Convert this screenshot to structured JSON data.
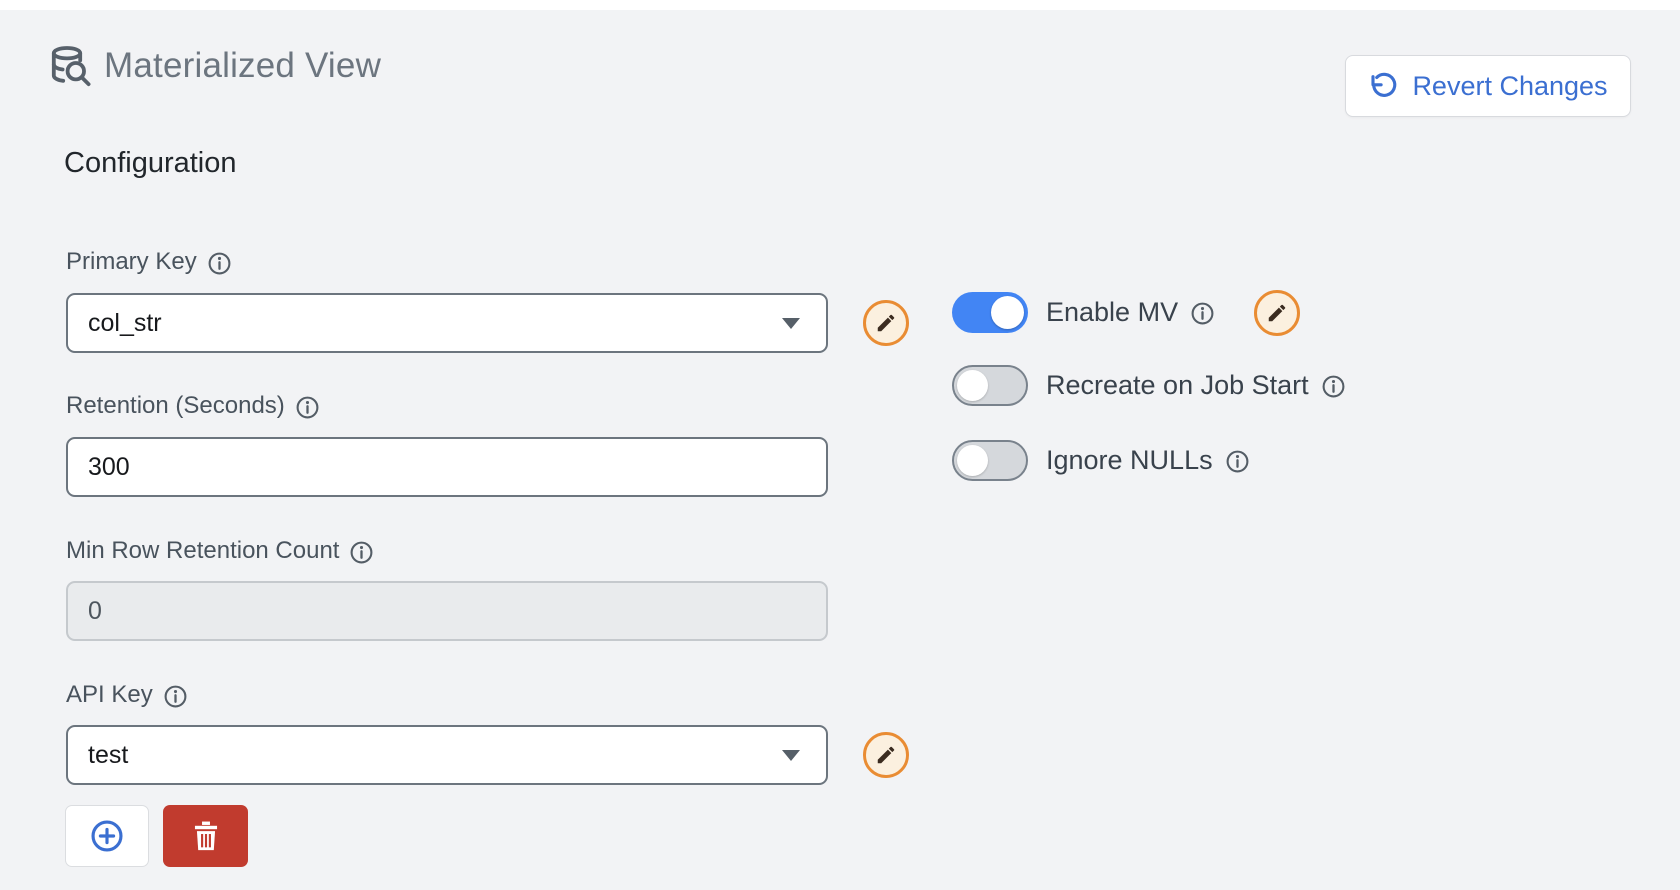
{
  "header": {
    "title": "Materialized View",
    "icon": "database-search-icon",
    "revert_button": "Revert Changes"
  },
  "section": {
    "title": "Configuration"
  },
  "fields": {
    "primary_key": {
      "label": "Primary Key",
      "value": "col_str",
      "type": "dropdown",
      "editable_hint": "pencil-edit"
    },
    "retention": {
      "label": "Retention (Seconds)",
      "value": "300",
      "type": "text"
    },
    "min_row": {
      "label": "Min Row Retention Count",
      "value": "0",
      "type": "text-disabled"
    },
    "api_key": {
      "label": "API Key",
      "value": "test",
      "type": "dropdown",
      "editable_hint": "pencil-edit"
    }
  },
  "toggles": [
    {
      "label": "Enable MV",
      "state": "on",
      "has_edit": true
    },
    {
      "label": "Recreate on Job Start",
      "state": "off",
      "has_edit": false
    },
    {
      "label": "Ignore NULLs",
      "state": "off",
      "has_edit": false
    }
  ],
  "actions": {
    "add_button": "add",
    "delete_button": "delete"
  },
  "colors": {
    "page_bg": "#F2F3F5",
    "accent_blue": "#3B6FD1",
    "toggle_on_blue": "#4285F4",
    "edit_orange": "#E98C33",
    "delete_red": "#C13B2E",
    "field_border": "#6C757E"
  }
}
